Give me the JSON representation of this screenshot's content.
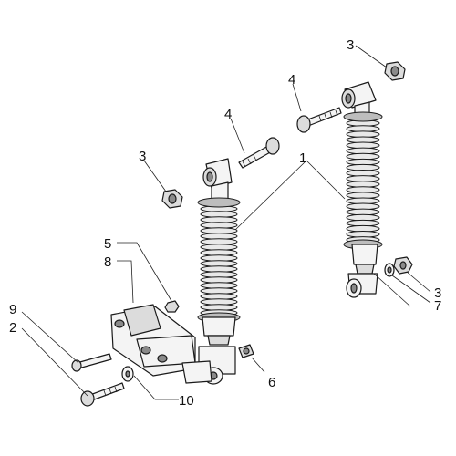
{
  "diagram": {
    "labels": {
      "l1": "1",
      "l2": "2",
      "l3a": "3",
      "l3b": "3",
      "l3c": "3",
      "l4a": "4",
      "l4b": "4",
      "l5": "5",
      "l6": "6",
      "l7": "7",
      "l8": "8",
      "l9": "9",
      "l10": "10"
    }
  }
}
